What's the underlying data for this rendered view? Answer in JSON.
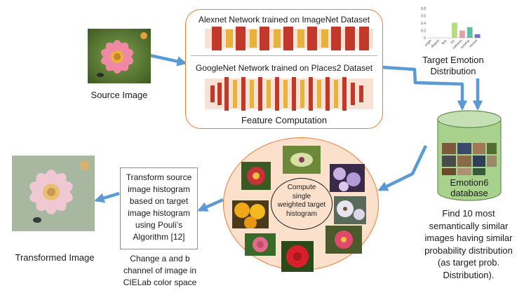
{
  "source": {
    "label": "Source Image",
    "image": "pink-dahlia-with-bee"
  },
  "feature_box": {
    "alexnet_title": "Alexnet Network trained on ImageNet Dataset",
    "googlenet_title": "GoogleNet Network trained on Places2 Dataset",
    "caption": "Feature Computation"
  },
  "target_emotion": {
    "label_line1": "Target Emotion",
    "label_line2": "Distribution",
    "chart_data": {
      "type": "bar",
      "categories": [
        "anger",
        "disgust",
        "fear",
        "joy",
        "sadness",
        "surprise",
        "neutral"
      ],
      "values": [
        0.0,
        0.0,
        0.0,
        0.41,
        0.2,
        0.29,
        0.1
      ],
      "ylim": [
        0,
        0.8
      ],
      "yticks": [
        "0",
        "0.2",
        "0.4",
        "0.6",
        "0.8"
      ],
      "colors": [
        "#d8d8d8",
        "#d8d8d8",
        "#d8d8d8",
        "#b6dc7c",
        "#e0a0a6",
        "#5dbfa6",
        "#7a6cc8"
      ],
      "grid": false
    }
  },
  "database": {
    "line1": "Emotion6",
    "line2": "database",
    "fill": "#a9d18e"
  },
  "search_text": [
    "Find 10 most",
    "semantically similar",
    "images having similar",
    "probability distribution",
    "(as target prob.",
    "Distribution)."
  ],
  "circle": {
    "center_text": [
      "Compute",
      "single",
      "weighted target",
      "histogram"
    ],
    "fill": "#fbe0cc",
    "photos": [
      "red-lily",
      "green-orchid",
      "purple-asters",
      "yellow-daisies",
      "white-daisies",
      "pink-rose",
      "red-dahlia",
      "pink-cosmos"
    ]
  },
  "transform_box": {
    "lines": [
      "Transform source",
      "image histogram",
      "based on target",
      "image histogram",
      "using Pouli’s",
      "Algorithm [12]"
    ],
    "border": "#5b9bd5"
  },
  "channel_text": [
    "Change a and b",
    "channel of image in",
    "CIELab color space"
  ],
  "transformed": {
    "label": "Transformed Image",
    "image": "faded-pink-dahlia-with-bee"
  },
  "arrow_color": "#5b9bd5"
}
